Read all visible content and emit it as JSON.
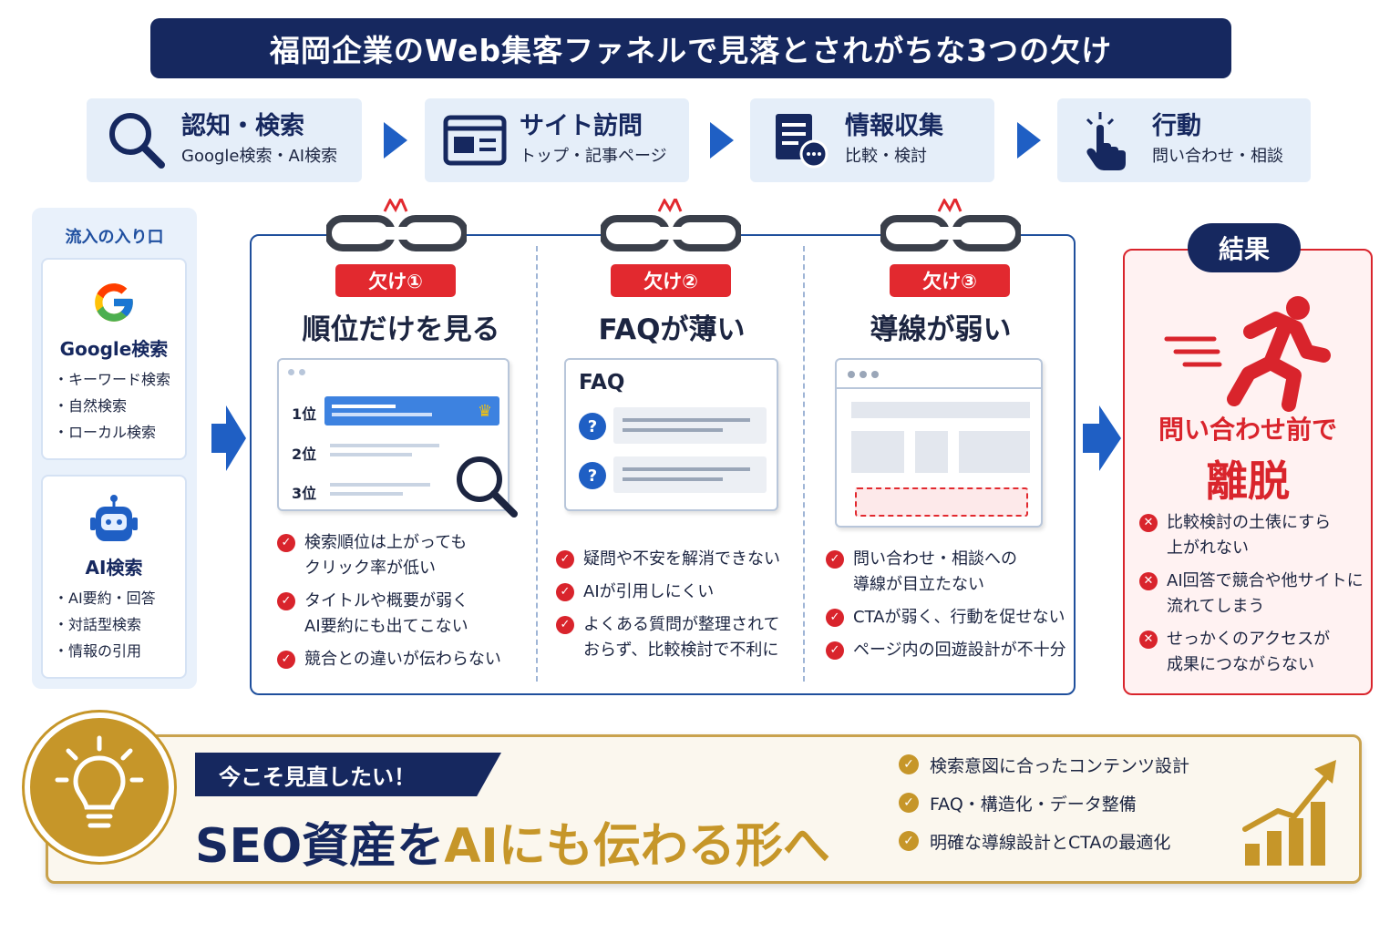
{
  "title": "福岡企業のWeb集客ファネルで見落とされがちな3つの欠け",
  "funnel": [
    {
      "title": "認知・検索",
      "sub": "Google検索・AI検索",
      "icon": "search-icon"
    },
    {
      "title": "サイト訪問",
      "sub": "トップ・記事ページ",
      "icon": "browser-icon"
    },
    {
      "title": "情報収集",
      "sub": "比較・検討",
      "icon": "document-chat-icon"
    },
    {
      "title": "行動",
      "sub": "問い合わせ・相談",
      "icon": "tap-hand-icon"
    }
  ],
  "entry": {
    "title": "流入の入り口",
    "sources": [
      {
        "name": "Google検索",
        "icon": "google-logo-icon",
        "items": [
          "・キーワード検索",
          "・自然検索",
          "・ローカル検索"
        ]
      },
      {
        "name": "AI検索",
        "icon": "robot-icon",
        "items": [
          "・AI要約・回答",
          "・対話型検索",
          "・情報の引用"
        ]
      }
    ]
  },
  "gaps": [
    {
      "tag": "欠け①",
      "title": "順位だけを見る",
      "mock": {
        "ranks": [
          "1位",
          "2位",
          "3位"
        ]
      },
      "bullets": [
        "検索順位は上がっても\nクリック率が低い",
        "タイトルや概要が弱く\nAI要約にも出てこない",
        "競合との違いが伝わらない"
      ]
    },
    {
      "tag": "欠け②",
      "title": "FAQが薄い",
      "mock": {
        "heading": "FAQ",
        "marks": [
          "?",
          "?"
        ]
      },
      "bullets": [
        "疑問や不安を解消できない",
        "AIが引用しにくい",
        "よくある質問が整理されて\nおらず、比較検討で不利に"
      ]
    },
    {
      "tag": "欠け③",
      "title": "導線が弱い",
      "mock": {},
      "bullets": [
        "問い合わせ・相談への\n導線が目立たない",
        "CTAが弱く、行動を促せない",
        "ページ内の回遊設計が不十分"
      ]
    }
  ],
  "result": {
    "badge": "結果",
    "line1": "問い合わせ前で",
    "line2": "離脱",
    "bullets": [
      "比較検討の土俵にすら\n上がれない",
      "AI回答で競合や他サイトに\n流れてしまう",
      "せっかくのアクセスが\n成果につながらない"
    ]
  },
  "bottom": {
    "ribbon": "今こそ見直したい！",
    "slogan_a": "SEO資産を",
    "slogan_b": "AIにも伝わる形へ",
    "checks": [
      "検索意図に合ったコンテンツ設計",
      "FAQ・構造化・データ整備",
      "明確な導線設計とCTAの最適化"
    ]
  },
  "colors": {
    "navy": "#16285f",
    "blue": "#1f5fc4",
    "red": "#d9242c",
    "gold": "#c69629"
  }
}
